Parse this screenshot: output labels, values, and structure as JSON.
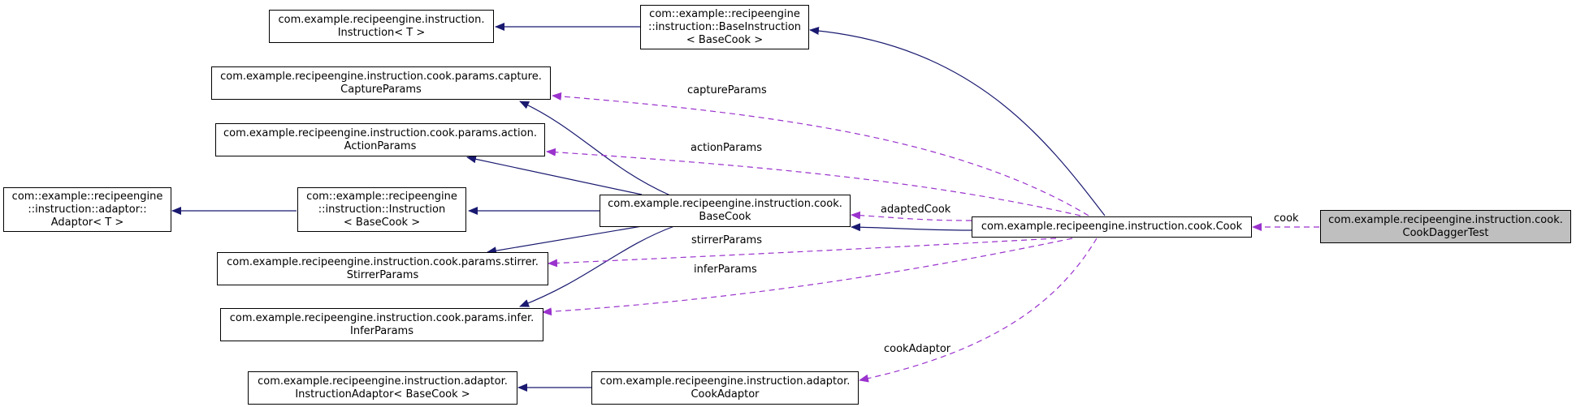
{
  "colors": {
    "inheritance": "#191970",
    "usage": "#9a32cd",
    "highlight_fill": "#bfbfbf"
  },
  "nodes": {
    "instruction_t": {
      "line1": "com.example.recipeengine.instruction.",
      "line2": "Instruction< T >"
    },
    "base_instruction": {
      "line1": "com::example::recipeengine",
      "line2": "::instruction::BaseInstruction",
      "line3": "< BaseCook >"
    },
    "capture_params": {
      "line1": "com.example.recipeengine.instruction.cook.params.capture.",
      "line2": "CaptureParams"
    },
    "action_params": {
      "line1": "com.example.recipeengine.instruction.cook.params.action.",
      "line2": "ActionParams"
    },
    "adaptor_t": {
      "line1": "com::example::recipeengine",
      "line2": "::instruction::adaptor::",
      "line3": "Adaptor< T >"
    },
    "instruction_basecook": {
      "line1": "com::example::recipeengine",
      "line2": "::instruction::Instruction",
      "line3": "< BaseCook >"
    },
    "base_cook": {
      "line1": "com.example.recipeengine.instruction.cook.",
      "line2": "BaseCook"
    },
    "cook": {
      "line1": "com.example.recipeengine.instruction.cook.Cook"
    },
    "cook_dagger_test": {
      "line1": "com.example.recipeengine.instruction.cook.",
      "line2": "CookDaggerTest"
    },
    "stirrer_params": {
      "line1": "com.example.recipeengine.instruction.cook.params.stirrer.",
      "line2": "StirrerParams"
    },
    "infer_params": {
      "line1": "com.example.recipeengine.instruction.cook.params.infer.",
      "line2": "InferParams"
    },
    "instruction_adaptor": {
      "line1": "com.example.recipeengine.instruction.adaptor.",
      "line2": "InstructionAdaptor< BaseCook >"
    },
    "cook_adaptor": {
      "line1": "com.example.recipeengine.instruction.adaptor.",
      "line2": "CookAdaptor"
    }
  },
  "edge_labels": {
    "cook": "cook",
    "capture_params": "captureParams",
    "action_params": "actionParams",
    "adapted_cook": "adaptedCook",
    "stirrer_params": "stirrerParams",
    "infer_params": "inferParams",
    "cook_adaptor": "cookAdaptor"
  }
}
